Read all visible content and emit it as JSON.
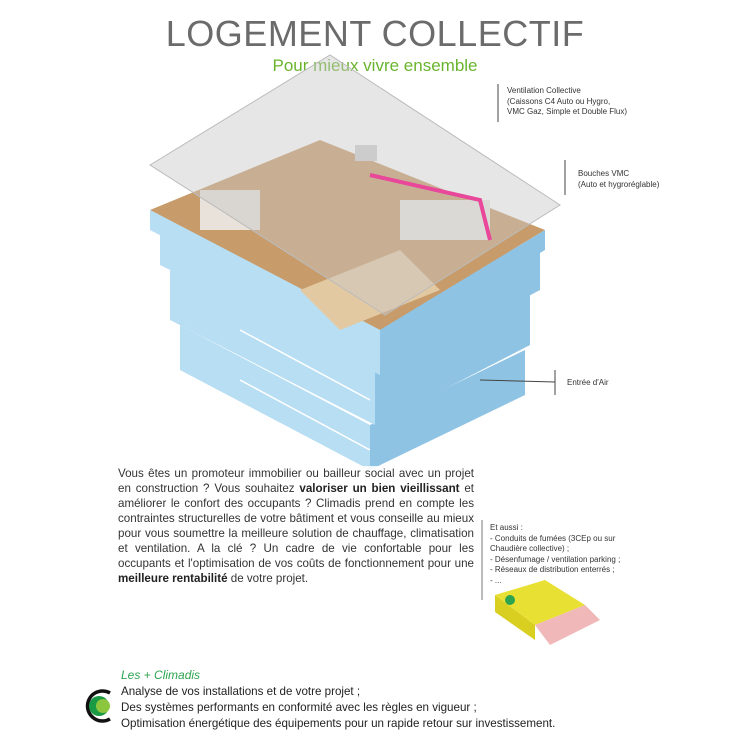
{
  "header": {
    "title": "LOGEMENT COLLECTIF",
    "subtitle": "Pour mieux vivre ensemble"
  },
  "callouts": [
    {
      "lines": [
        "Ventilation Collective",
        "(Caissons C4 Auto ou Hygro,",
        "VMC Gaz, Simple et Double Flux)"
      ]
    },
    {
      "lines": [
        "Bouches VMC",
        "(Auto et hygroréglable)"
      ]
    },
    {
      "lines": [
        "Entrée d'Air"
      ]
    }
  ],
  "intro": {
    "s1": "Vous êtes un promoteur immobilier ou bailleur social avec un projet en construction ? Vous souhaitez ",
    "b1": "valoriser un bien vieillissant",
    "s2": " et améliorer le confort des occupants ? Climadis prend en compte les contraintes structurelles de votre bâtiment et vous conseille au mieux pour vous soumettre la meilleure solution de chauffage, climatisation et ventilation. A la clé ? Un cadre de vie confortable pour les occupants et l'optimisation de vos coûts de fonctionnement pour une ",
    "b2": "meilleure rentabilité",
    "s3": " de votre projet."
  },
  "aussi": {
    "title": "Et aussi :",
    "items": [
      "- Conduits de fumées (3CEp ou sur",
      "Chaudière collective) ;",
      "- Désenfumage / ventilation parking ;",
      "- Réseaux de distribution enterrés ;",
      "- ..."
    ]
  },
  "plus": {
    "title": "Les + Climadis",
    "items": [
      "Analyse de vos installations et de votre projet ;",
      "Des systèmes performants en conformité avec les règles en vigueur ;",
      "Optimisation énergétique des équipements pour un rapide retour sur investissement."
    ]
  },
  "colors": {
    "title": "#6b6b6b",
    "accent": "#6ab42d",
    "plus": "#2ea44f",
    "building": "#a9d4ee"
  }
}
